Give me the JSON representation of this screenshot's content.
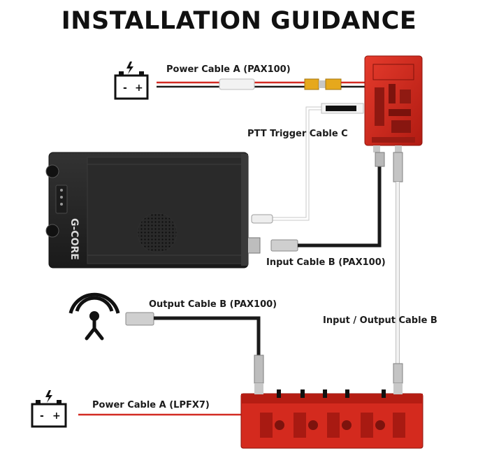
{
  "title": "INSTALLATION GUIDANCE",
  "labels": {
    "power_cable_pax": "Power Cable A (PAX100)",
    "ptt_cable": "PTT Trigger Cable C",
    "input_cable": "Input Cable B (PAX100)",
    "output_cable": "Output Cable B (PAX100)",
    "io_cable": "Input / Output Cable B",
    "power_cable_lpfx": "Power Cable A (LPFX7)"
  },
  "radio_brand": "G-CORE",
  "battery_symbols": {
    "minus": "-",
    "plus": "+"
  },
  "icons": [
    "battery-icon",
    "antenna-icon",
    "lightning-icon"
  ],
  "colors": {
    "amp_red": "#c8261b",
    "filter_red": "#d42a1e",
    "radio_body": "#262626",
    "power_wire_red": "#d32a22",
    "wire_black": "#1a1a1a",
    "cable_white": "#e6e6e6",
    "xt60_yellow": "#e6a81c"
  }
}
